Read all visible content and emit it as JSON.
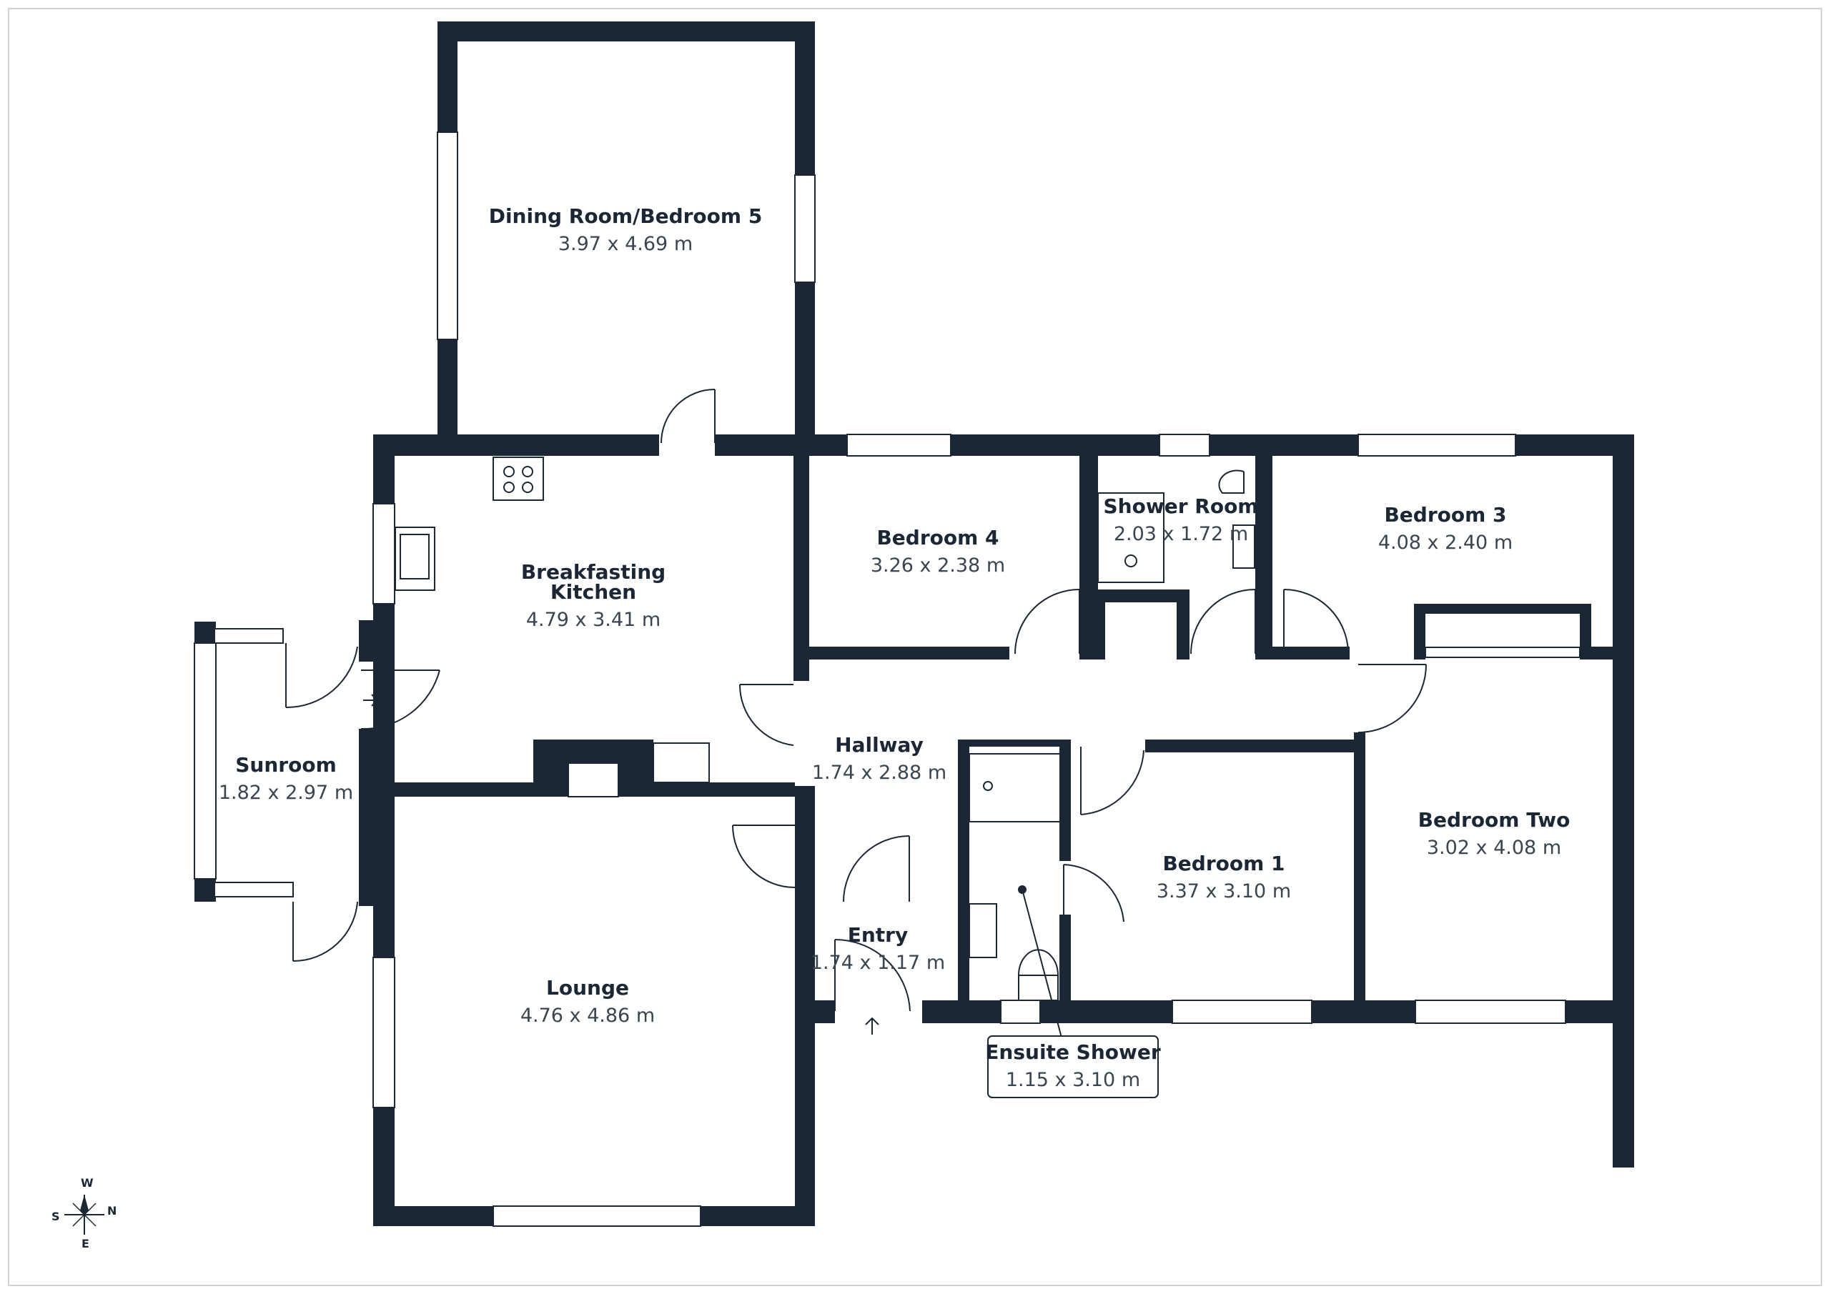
{
  "rooms": {
    "dining": {
      "name": "Dining Room/Bedroom 5",
      "dims": "3.97 x 4.69 m"
    },
    "kitchen": {
      "name_line1": "Breakfasting",
      "name_line2": "Kitchen",
      "dims": "4.79 x 3.41 m"
    },
    "bedroom4": {
      "name": "Bedroom 4",
      "dims": "3.26 x 2.38 m"
    },
    "shower": {
      "name": "Shower Room",
      "dims": "2.03 x 1.72 m"
    },
    "bedroom3": {
      "name": "Bedroom 3",
      "dims": "4.08 x 2.40 m"
    },
    "sunroom": {
      "name": "Sunroom",
      "dims": "1.82 x 2.97 m"
    },
    "hallway": {
      "name": "Hallway",
      "dims": "1.74 x 2.88 m"
    },
    "bedroomtwo": {
      "name": "Bedroom Two",
      "dims": "3.02 x 4.08 m"
    },
    "bedroom1": {
      "name": "Bedroom 1",
      "dims": "3.37 x 3.10 m"
    },
    "entry": {
      "name": "Entry",
      "dims": "1.74 x 1.17 m"
    },
    "lounge": {
      "name": "Lounge",
      "dims": "4.76 x 4.86 m"
    },
    "ensuite": {
      "name": "Ensuite Shower",
      "dims": "1.15 x 3.10 m"
    }
  },
  "compass": {
    "n": "N",
    "s": "S",
    "e": "E",
    "w": "W"
  },
  "colors": {
    "wall": "#1c2735",
    "background": "#ffffff"
  }
}
